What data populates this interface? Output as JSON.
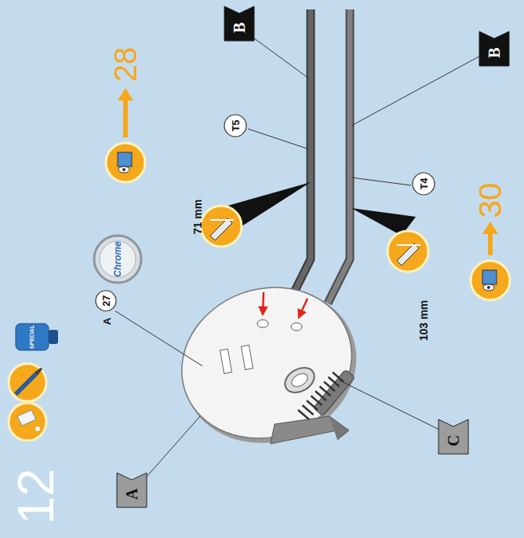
{
  "diagram": {
    "nodes": [
      {
        "text": [
          "A"
        ]
      },
      {
        "text": [
          "27"
        ]
      },
      {
        "text": [
          "Chrome"
        ]
      },
      {
        "text": [
          "B"
        ]
      },
      {
        "text": [
          "T5"
        ]
      },
      {
        "text": [
          "B"
        ]
      },
      {
        "text": [
          "T4"
        ]
      },
      {
        "text": [
          "C"
        ]
      }
    ],
    "labels": [
      "12",
      "SPECIAL",
      "A",
      "71 mm",
      "103 mm",
      "28",
      "30"
    ]
  }
}
